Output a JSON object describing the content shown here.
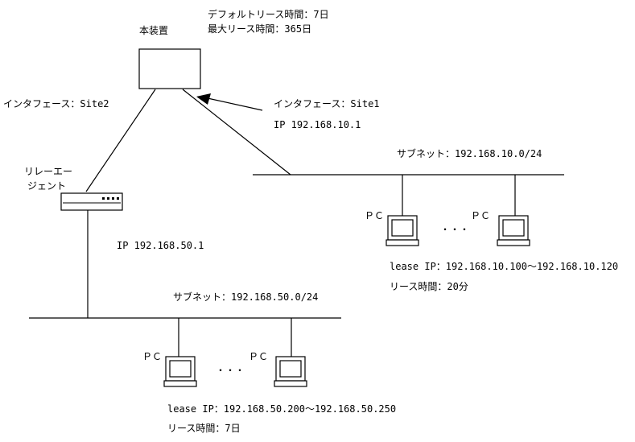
{
  "device": {
    "title": "本装置",
    "lease_default": "デフォルトリース時間：7日",
    "lease_max": "最大リース時間：365日"
  },
  "site2": {
    "interface_label": "インタフェース：Site2"
  },
  "site1": {
    "interface_label": "インタフェース：Site1",
    "ip": "IP 192.168.10.1"
  },
  "relay": {
    "label_line1": "リレーエー",
    "label_line2": "ジェント",
    "ip": "IP 192.168.50.1"
  },
  "net10": {
    "subnet": "サブネット：192.168.10.0/24",
    "pc_label": "ＰＣ",
    "ellipsis": "・・・",
    "lease_ip": "lease IP：192.168.10.100～192.168.10.120",
    "lease_time": "リース時間：20分"
  },
  "net50": {
    "subnet": "サブネット：192.168.50.0/24",
    "pc_label": "ＰＣ",
    "ellipsis": "・・・",
    "lease_ip": "lease IP：192.168.50.200～192.168.50.250",
    "lease_time": "リース時間：7日"
  }
}
